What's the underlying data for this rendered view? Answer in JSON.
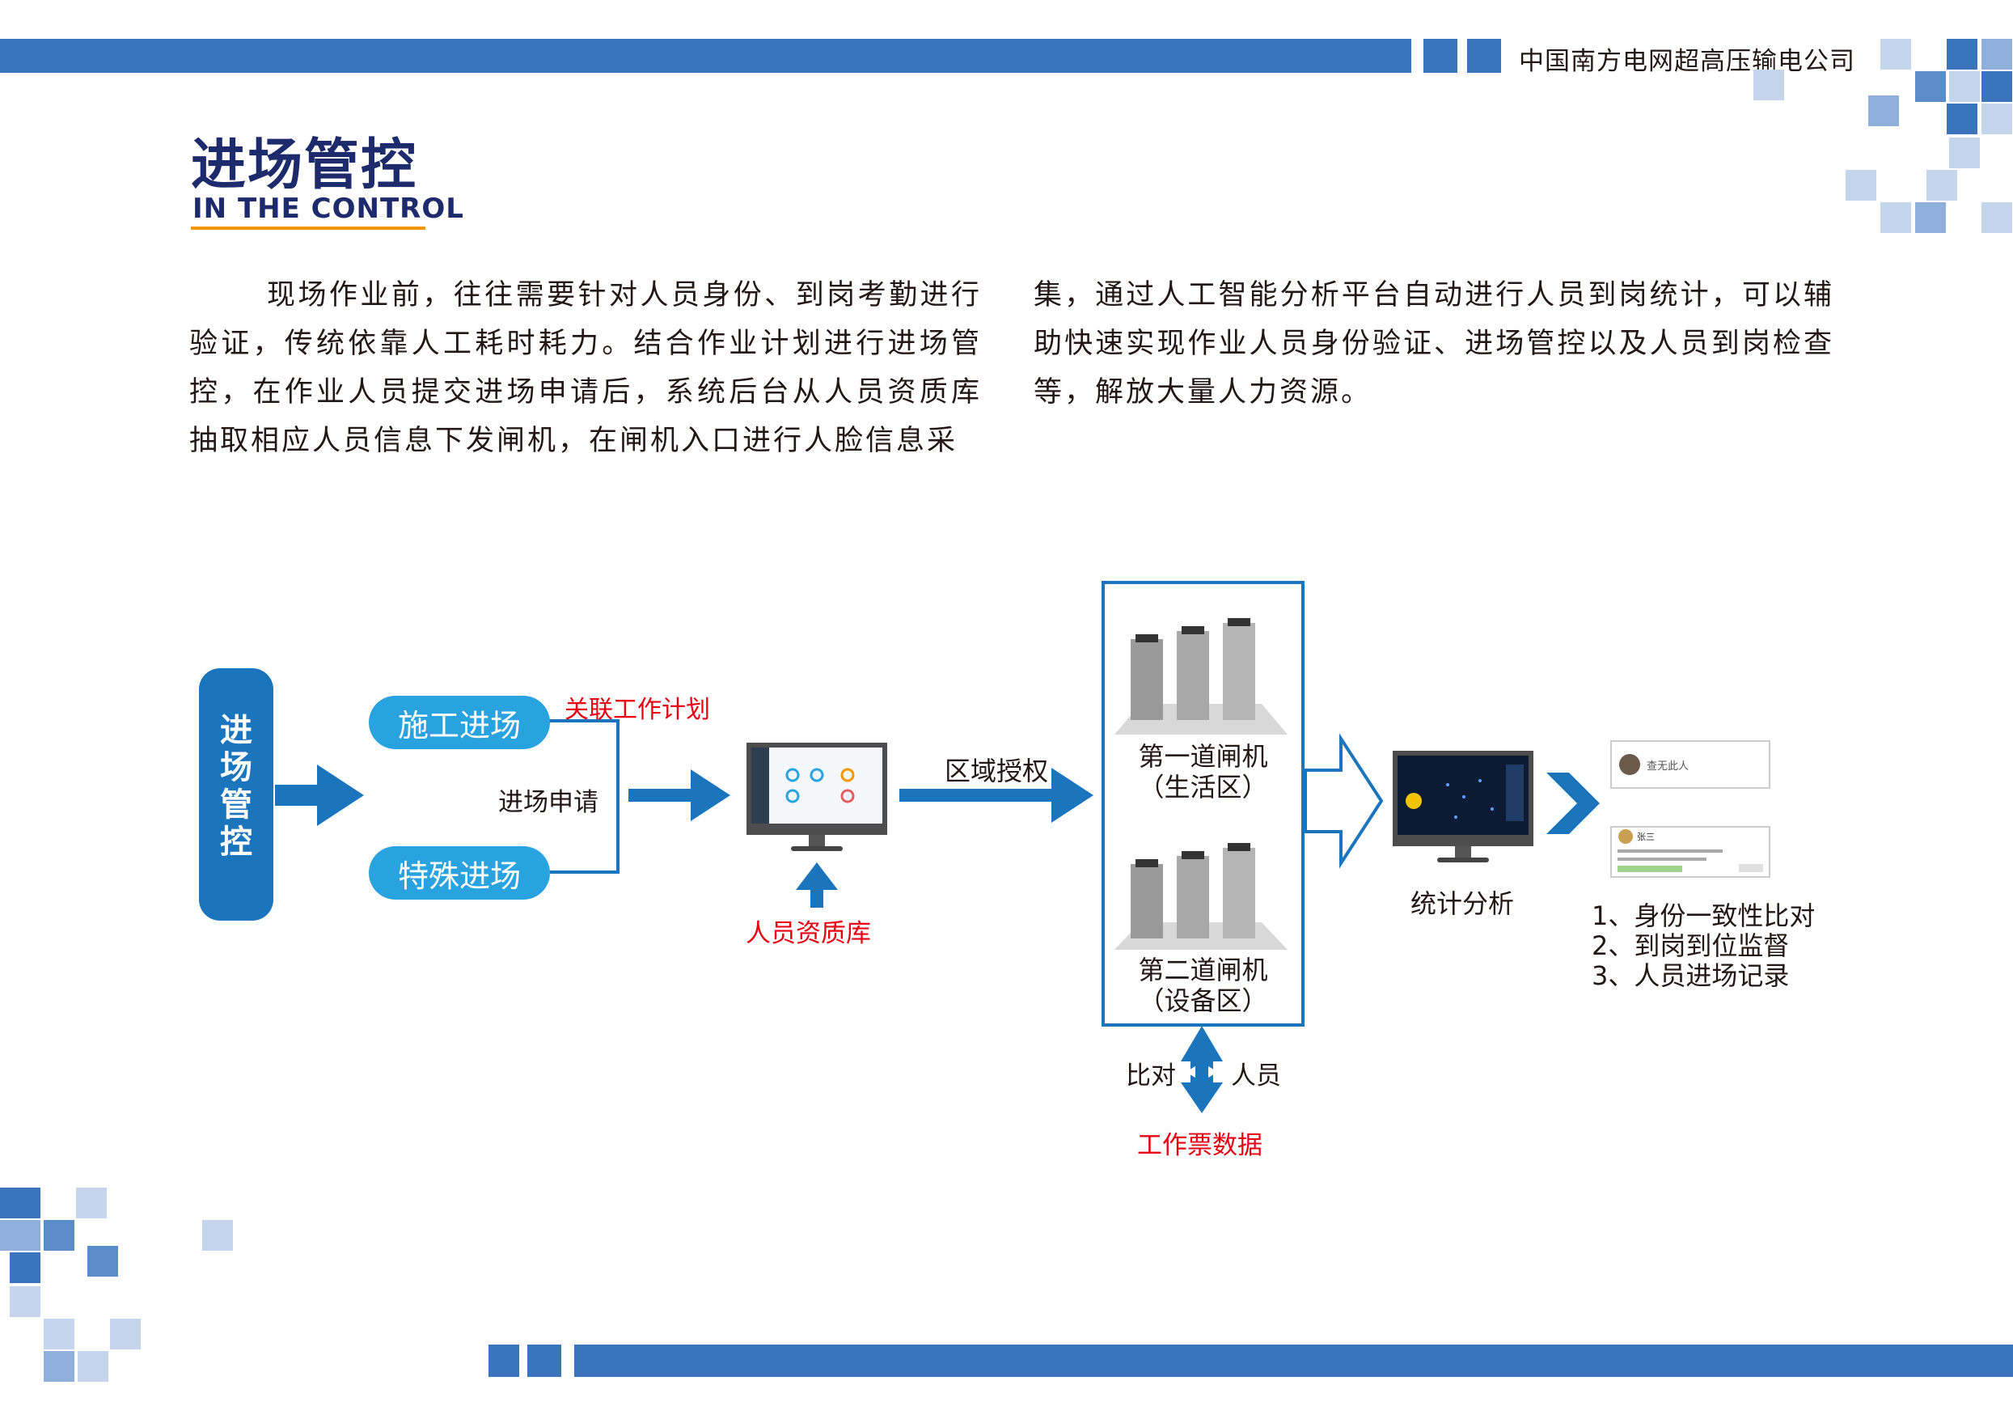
{
  "header": {
    "company": "中国南方电网超高压输电公司"
  },
  "title": {
    "main": "进场管控",
    "sub": "IN THE CONTROL"
  },
  "body": {
    "col1": "现场作业前，往往需要针对人员身份、到岗考勤进行验证，传统依靠人工耗时耗力。结合作业计划进行进场管控，在作业人员提交进场申请后，系统后台从人员资质库抽取相应人员信息下发闸机，在闸机入口进行人脸信息采",
    "col2": "集，通过人工智能分析平台自动进行人员到岗统计，可以辅助快速实现作业人员身份验证、进场管控以及人员到岗检查等，解放大量人力资源。"
  },
  "flow": {
    "start": "进场管控",
    "construction_entry": "施工进场",
    "special_entry": "特殊进场",
    "link_plan": "关联工作计划",
    "entry_apply": "进场申请",
    "personnel_db": "人员资质库",
    "zone_auth": "区域授权",
    "gate1_name": "第一道闸机",
    "gate1_zone": "（生活区）",
    "gate2_name": "第二道闸机",
    "gate2_zone": "（设备区）",
    "compare": "比对",
    "personnel": "人员",
    "ticket_data": "工作票数据",
    "stats": "统计分析",
    "results": [
      "1、身份一致性比对",
      "2、到岗到位监督",
      "3、人员进场记录"
    ],
    "card1_text": "查无此人",
    "card2_name": "张三"
  },
  "colors": {
    "brand_blue": "#3a74bb",
    "arrow_blue": "#1b75bc",
    "pill_blue": "#29a3e0",
    "title_navy": "#1d2a6b",
    "accent_orange": "#f39800",
    "red": "#e60012"
  }
}
